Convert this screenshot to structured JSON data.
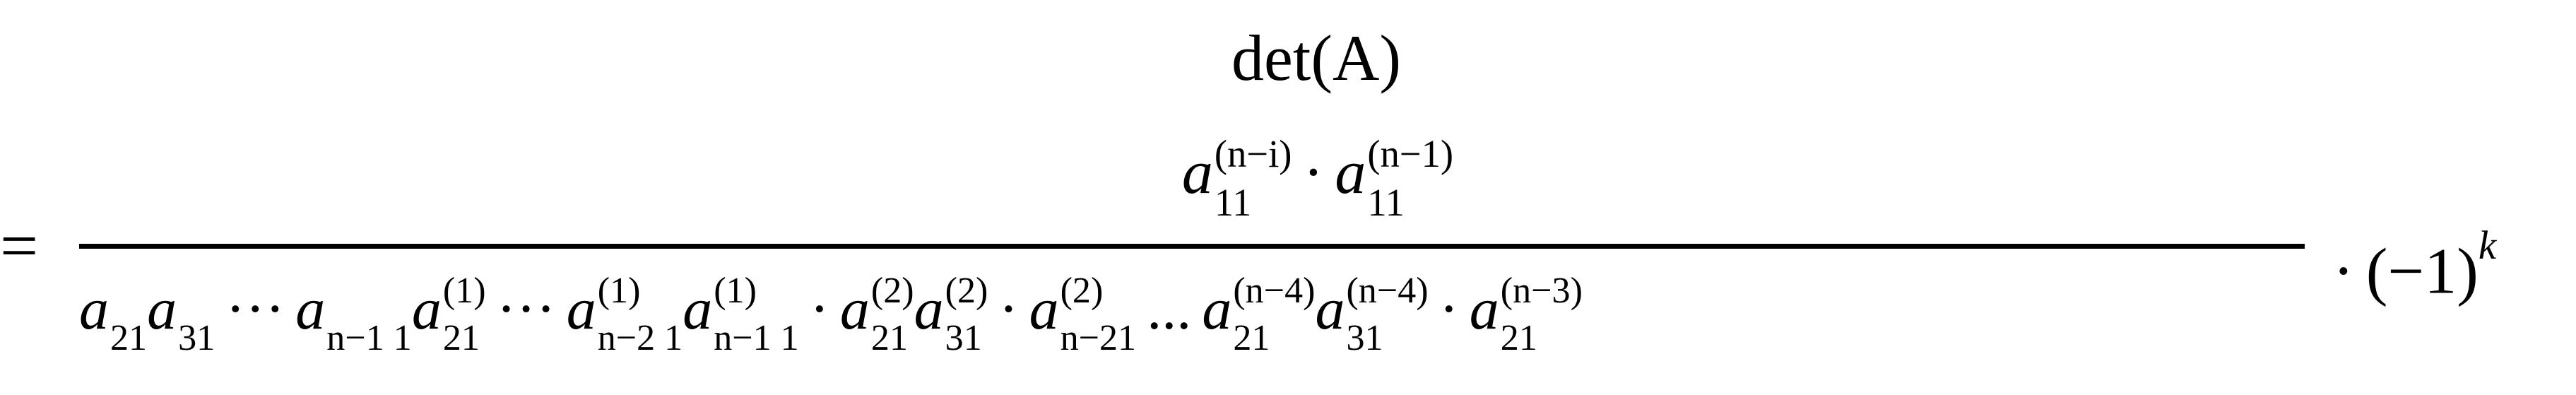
{
  "header": {
    "text": "det(A)"
  },
  "equals": "=",
  "numerator": [
    {
      "base": "a",
      "sup": "(n−i)",
      "sub": "11"
    },
    {
      "op": "·"
    },
    {
      "base": "a",
      "sup": "(n−1)",
      "sub": "11"
    }
  ],
  "denominator": [
    {
      "base": "a",
      "sup": "",
      "sub": "21"
    },
    {
      "base": "a",
      "sup": "",
      "sub": "31"
    },
    {
      "op": "···"
    },
    {
      "base": "a",
      "sup": "",
      "sub": "n−1 1"
    },
    {
      "base": "a",
      "sup": "(1)",
      "sub": "21"
    },
    {
      "op": "···"
    },
    {
      "base": "a",
      "sup": "(1)",
      "sub": "n−2 1"
    },
    {
      "base": "a",
      "sup": "(1)",
      "sub": "n−1 1"
    },
    {
      "op": "·"
    },
    {
      "base": "a",
      "sup": "(2)",
      "sub": "21"
    },
    {
      "base": "a",
      "sup": "(2)",
      "sub": "31"
    },
    {
      "op": "·"
    },
    {
      "base": "a",
      "sup": "(2)",
      "sub": "n−21"
    },
    {
      "op": "..."
    },
    {
      "base": "a",
      "sup": "(n−4)",
      "sub": "21"
    },
    {
      "base": "a",
      "sup": "(n−4)",
      "sub": "31"
    },
    {
      "op": "·"
    },
    {
      "base": "a",
      "sup": "(n−3)",
      "sub": "21"
    }
  ],
  "tail": {
    "dot": "·",
    "base": "(−1)",
    "exp": "k"
  }
}
